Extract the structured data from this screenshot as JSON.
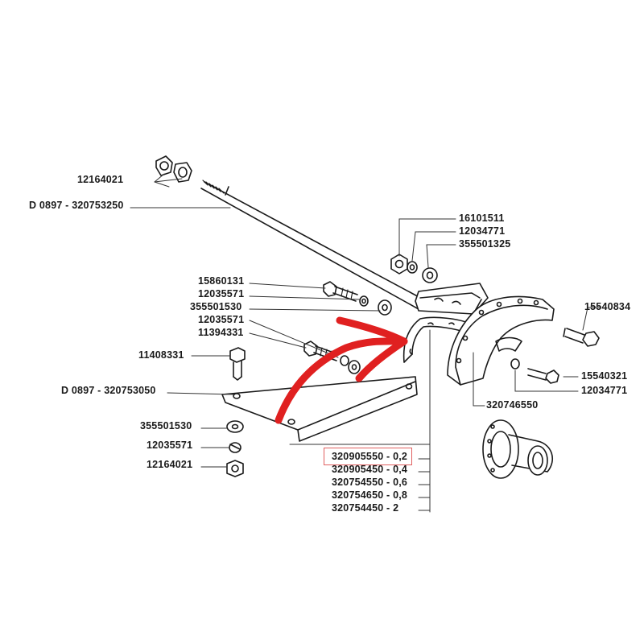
{
  "accent_color": "#e02020",
  "labels": {
    "nut_top": "12164021",
    "shaft": "D 0897 - 320753250",
    "bolt_bracket": "15860131",
    "washer_bracket_a": "12035571",
    "washer_bracket_b": "355501530",
    "washer_shim": "12035571",
    "bolt_shim": "11394331",
    "bolt_loose": "11408331",
    "plate": "D 0897 - 320753050",
    "flat_washer_low": "355501530",
    "spring_washer_low": "12035571",
    "nut_low": "12164021",
    "nut_upper_right": "16101511",
    "washer_upper_right_a": "12034771",
    "washer_upper_right_b": "355501325",
    "bolt_cover": "15540834",
    "bolt_cover_small": "15540321",
    "washer_cover_small": "12034771",
    "cover": "320746550"
  },
  "shims": [
    {
      "part": "320905550",
      "thickness": "0,2"
    },
    {
      "part": "320905450",
      "thickness": "0,4"
    },
    {
      "part": "320754550",
      "thickness": "0,6"
    },
    {
      "part": "320754650",
      "thickness": "0,8"
    },
    {
      "part": "320754450",
      "thickness": "2"
    }
  ],
  "shim_separator": " - "
}
